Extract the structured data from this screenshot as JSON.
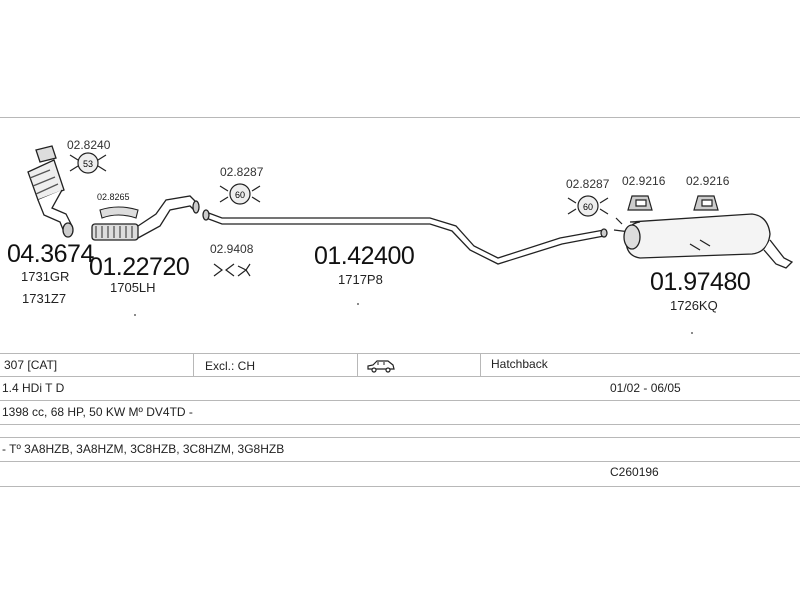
{
  "parts": {
    "cat": {
      "number": "04.3674",
      "ref1": "1731GR",
      "ref2": "1731Z7"
    },
    "front_pipe": {
      "number": "01.22720",
      "ref": "1705LH"
    },
    "middle_pipe": {
      "number": "01.42400",
      "ref": "1717P8"
    },
    "rear_muffler": {
      "number": "01.97480",
      "ref": "1726KQ"
    }
  },
  "accessories": {
    "clamp_a": "02.8240",
    "clamp_a_badge": "53",
    "gasket": "02.8265",
    "clamp_b": "02.8287",
    "clamp_b_badge": "60",
    "hanger_a": "02.9408",
    "clamp_c": "02.8287",
    "clamp_c_badge": "60",
    "rubber_a": "02.9216",
    "rubber_b": "02.9216"
  },
  "table": {
    "model": "307 [CAT]",
    "excl": "Excl.: CH",
    "body": "Hatchback",
    "engine": "1.4 HDi T D",
    "years": "01/02 - 06/05",
    "spec": "1398 cc, 68 HP, 50 KW Mº DV4TD -",
    "codes": "- Tº 3A8HZB, 3A8HZM, 3C8HZB, 3C8HZM, 3G8HZB",
    "code_id": "C260196"
  },
  "icons": {
    "car": "car-icon"
  }
}
